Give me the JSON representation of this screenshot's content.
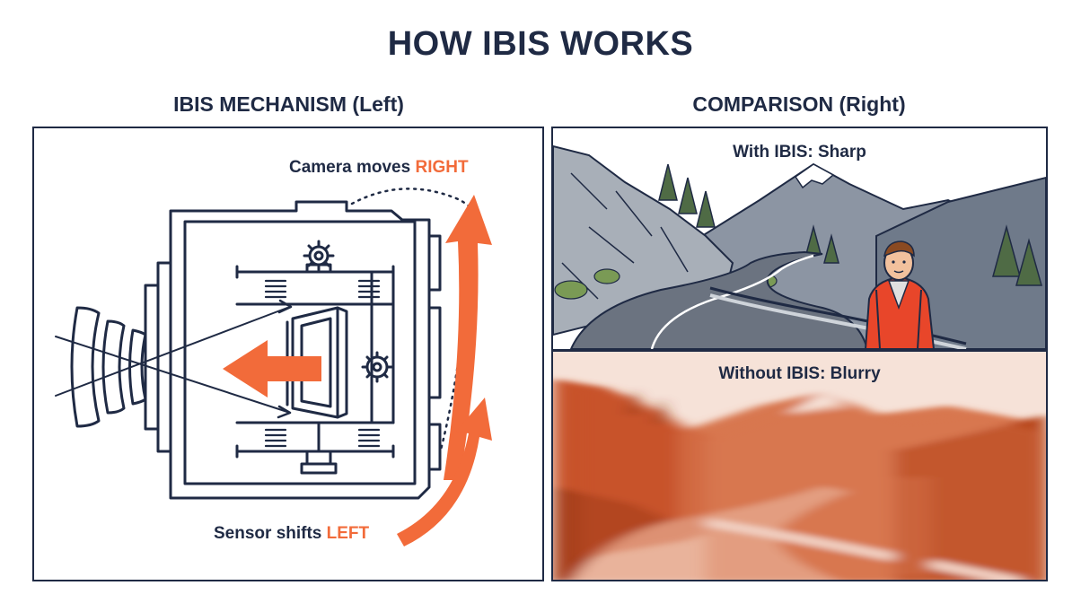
{
  "title": "HOW IBIS WORKS",
  "left": {
    "title": "IBIS MECHANISM (Left)",
    "camera_caption": {
      "prefix": "Camera moves ",
      "emphasis": "RIGHT"
    },
    "sensor_caption": {
      "prefix": "Sensor shifts ",
      "emphasis": "LEFT"
    }
  },
  "right": {
    "title": "COMPARISON (Right)",
    "sharp_label": "With IBIS: Sharp",
    "blurry_label": "Without IBIS: Blurry"
  },
  "colors": {
    "ink": "#1f2a44",
    "accent": "#f26b3a"
  },
  "icons": [
    "gear-icon",
    "spring-icon",
    "lens-icon",
    "camera-body-icon",
    "arrow-icon"
  ]
}
